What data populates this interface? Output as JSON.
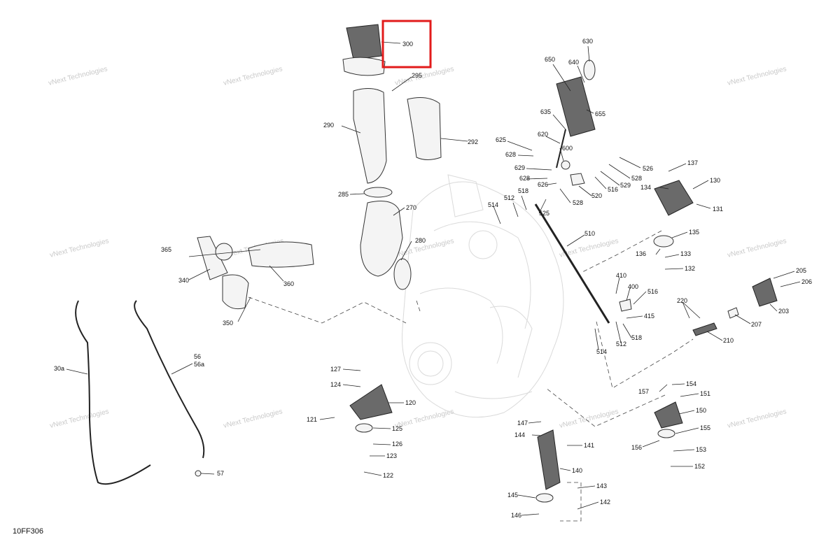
{
  "diagram_code": "10FF306",
  "watermark": "vNext Technologies",
  "highlight_color": "#e21b1b",
  "callouts": {
    "c300": "300",
    "c295": "295",
    "c290": "290",
    "c292": "292",
    "c285": "285",
    "c280": "280",
    "c270": "270",
    "c365": "365",
    "c340": "340",
    "c360": "360",
    "c350": "350",
    "c30a": "30a",
    "c56": "56",
    "c56a": "56a",
    "c57": "57",
    "c650": "650",
    "c640": "640",
    "c630": "630",
    "c635": "635",
    "c655": "655",
    "c625": "625",
    "c620": "620",
    "c628a": "628",
    "c600": "600",
    "c629": "629",
    "c628b": "628",
    "c626": "626",
    "c526": "526",
    "c528a": "528",
    "c529": "529",
    "c516a": "516",
    "c520": "520",
    "c528b": "528",
    "c514a": "514",
    "c512a": "512",
    "c518a": "518",
    "c525": "525",
    "c510": "510",
    "c137": "137",
    "c134": "134",
    "c130": "130",
    "c131": "131",
    "c135": "135",
    "c136": "136",
    "c133": "133",
    "c132": "132",
    "c410": "410",
    "c400": "400",
    "c516b": "516",
    "c415": "415",
    "c514b": "514",
    "c512b": "512",
    "c518b": "518",
    "c205": "205",
    "c206": "206",
    "c220": "220",
    "c203": "203",
    "c207": "207",
    "c210": "210",
    "c127": "127",
    "c124": "124",
    "c120": "120",
    "c121": "121",
    "c125": "125",
    "c126": "126",
    "c123": "123",
    "c122": "122",
    "c157": "157",
    "c154": "154",
    "c151": "151",
    "c150": "150",
    "c155": "155",
    "c156": "156",
    "c153": "153",
    "c152": "152",
    "c147": "147",
    "c144": "144",
    "c141": "141",
    "c140": "140",
    "c143": "143",
    "c145": "145",
    "c142": "142",
    "c146": "146"
  }
}
